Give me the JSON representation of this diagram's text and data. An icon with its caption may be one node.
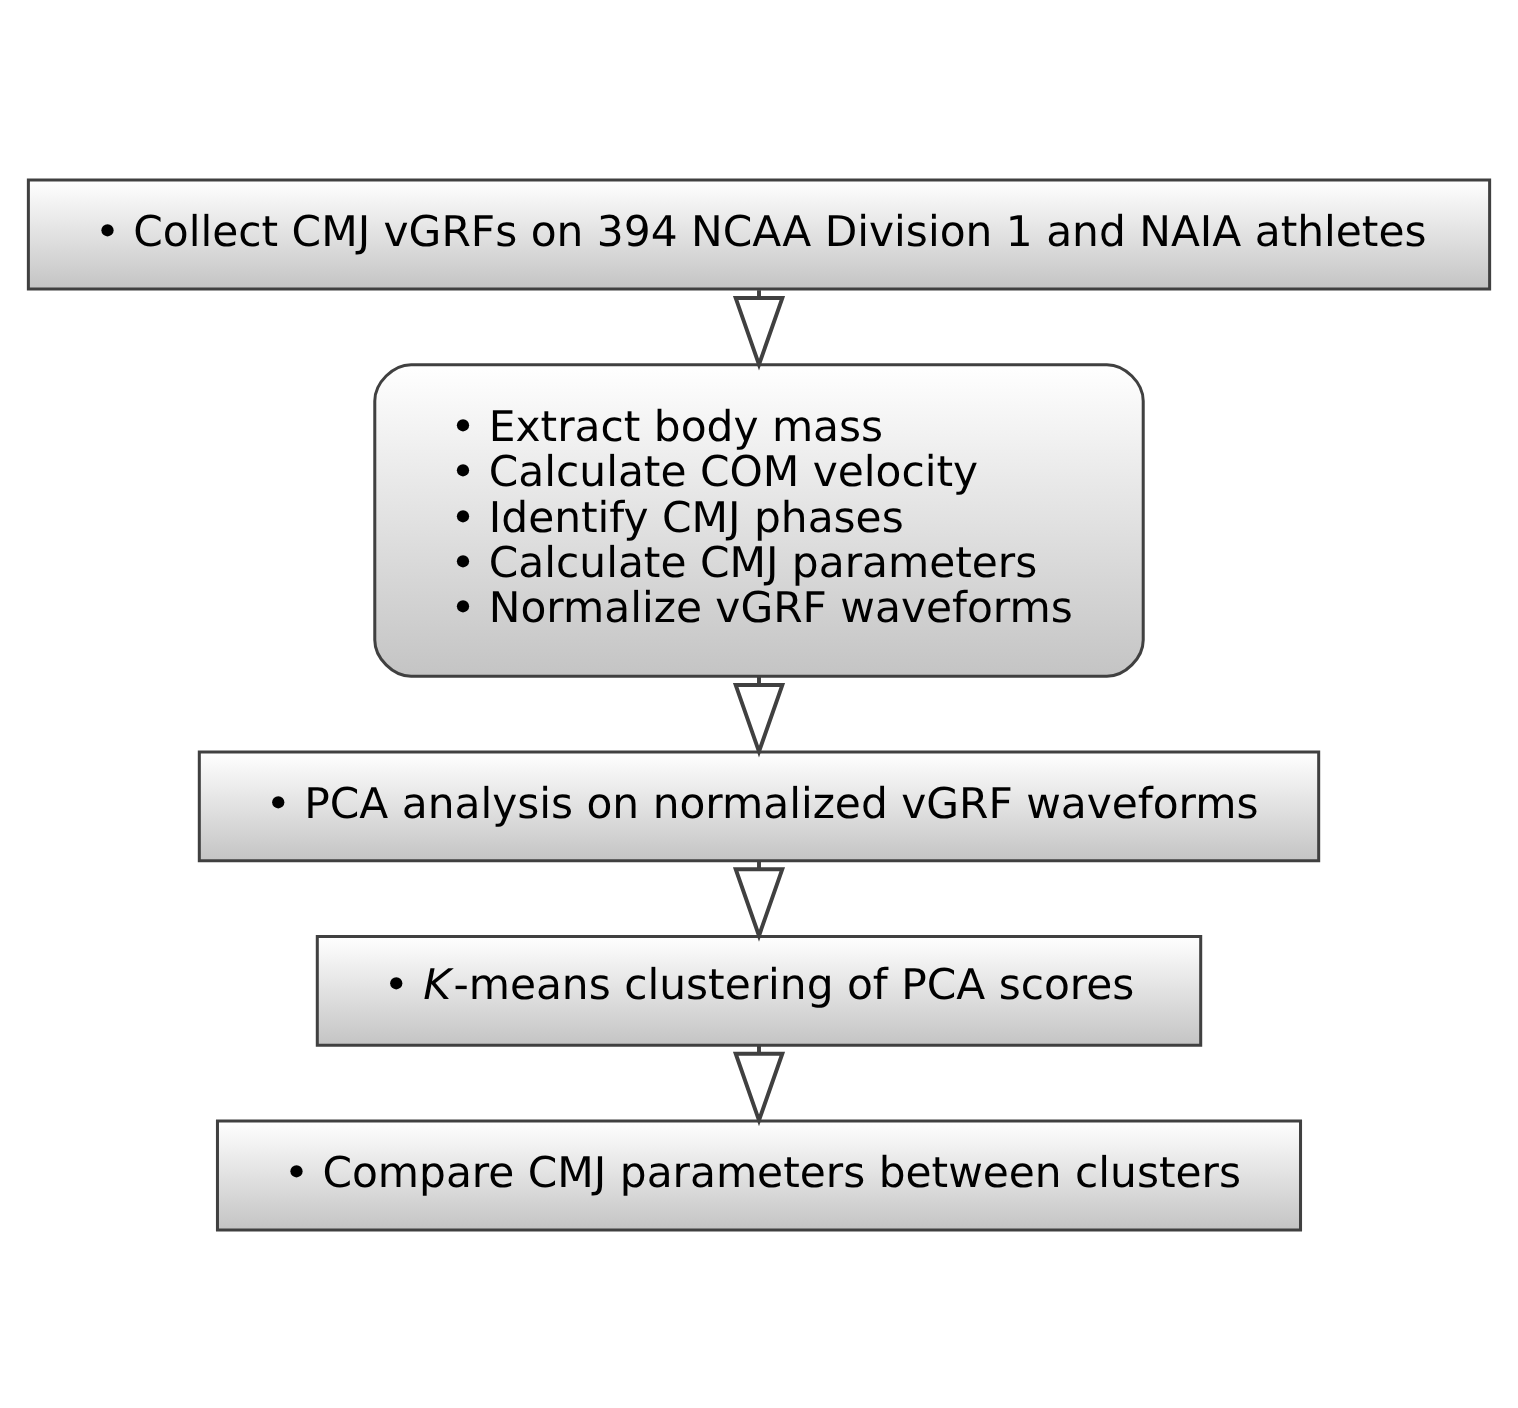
{
  "diagram": {
    "nodes": [
      {
        "text": [
          "• Collect CMJ vGRFs on 394 NCAA Division 1 and NAIA athletes"
        ]
      },
      {
        "text": [
          "• Extract body mass",
          "• Calculate COM velocity",
          "• Identify CMJ phases",
          "• Calculate CMJ parameters",
          "• Normalize vGRF waveforms"
        ]
      },
      {
        "text": [
          "• PCA analysis on normalized vGRF waveforms"
        ]
      },
      {
        "text": [
          "• *K*-means clustering of PCA scores"
        ]
      },
      {
        "text": [
          "• Compare CMJ parameters between clusters"
        ]
      }
    ],
    "edges": [
      {
        "from": 0,
        "to": 1,
        "arrow": "to"
      },
      {
        "from": 1,
        "to": 2,
        "arrow": "to"
      },
      {
        "from": 2,
        "to": 3,
        "arrow": "to"
      },
      {
        "from": 3,
        "to": 4,
        "arrow": "to"
      }
    ]
  }
}
